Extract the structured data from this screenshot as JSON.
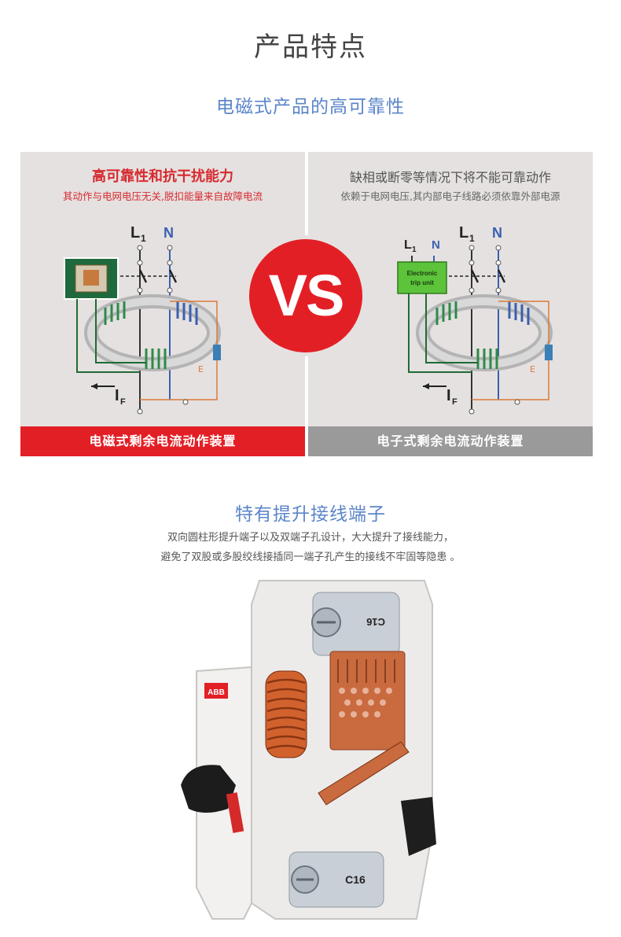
{
  "header": {
    "title": "产品特点",
    "subtitle": "电磁式产品的高可靠性"
  },
  "left_panel": {
    "heading": "高可靠性和抗干扰能力",
    "description": "其动作与电网电压无关,脱扣能量来自故障电流",
    "footer": "电磁式剩余电流动作装置",
    "label_l1": "L",
    "label_l1_sub": "1",
    "label_n": "N",
    "label_if": "I",
    "label_if_sub": "F",
    "label_e": "E"
  },
  "right_panel": {
    "heading": "缺相或断零等情况下将不能可靠动作",
    "description": "依赖于电网电压,其内部电子线路必须依靠外部电源",
    "footer": "电子式剩余电流动作装置",
    "label_l1": "L",
    "label_l1_sub": "1",
    "label_n": "N",
    "label_l1b": "L",
    "label_l1b_sub": "1",
    "label_nb": "N",
    "trip_unit_line1": "Electronic",
    "trip_unit_line2": "trip unit",
    "label_if": "I",
    "label_if_sub": "F",
    "label_e": "E"
  },
  "vs_badge": "VS",
  "section2": {
    "title": "特有提升接线端子",
    "line1": "双向圆柱形提升端子以及双端子孔设计，大大提升了接线能力，",
    "line2": "避免了双股或多股绞线接插同一端子孔产生的接线不牢固等隐患 。"
  },
  "product": {
    "brand": "ABB",
    "terminal_top": "C16",
    "terminal_bottom": "C16"
  },
  "colors": {
    "accent_red": "#e31f26",
    "title_blue": "#5b85c9",
    "panel_bg": "#e5e1e0",
    "footer_gray": "#9a9a9a"
  }
}
